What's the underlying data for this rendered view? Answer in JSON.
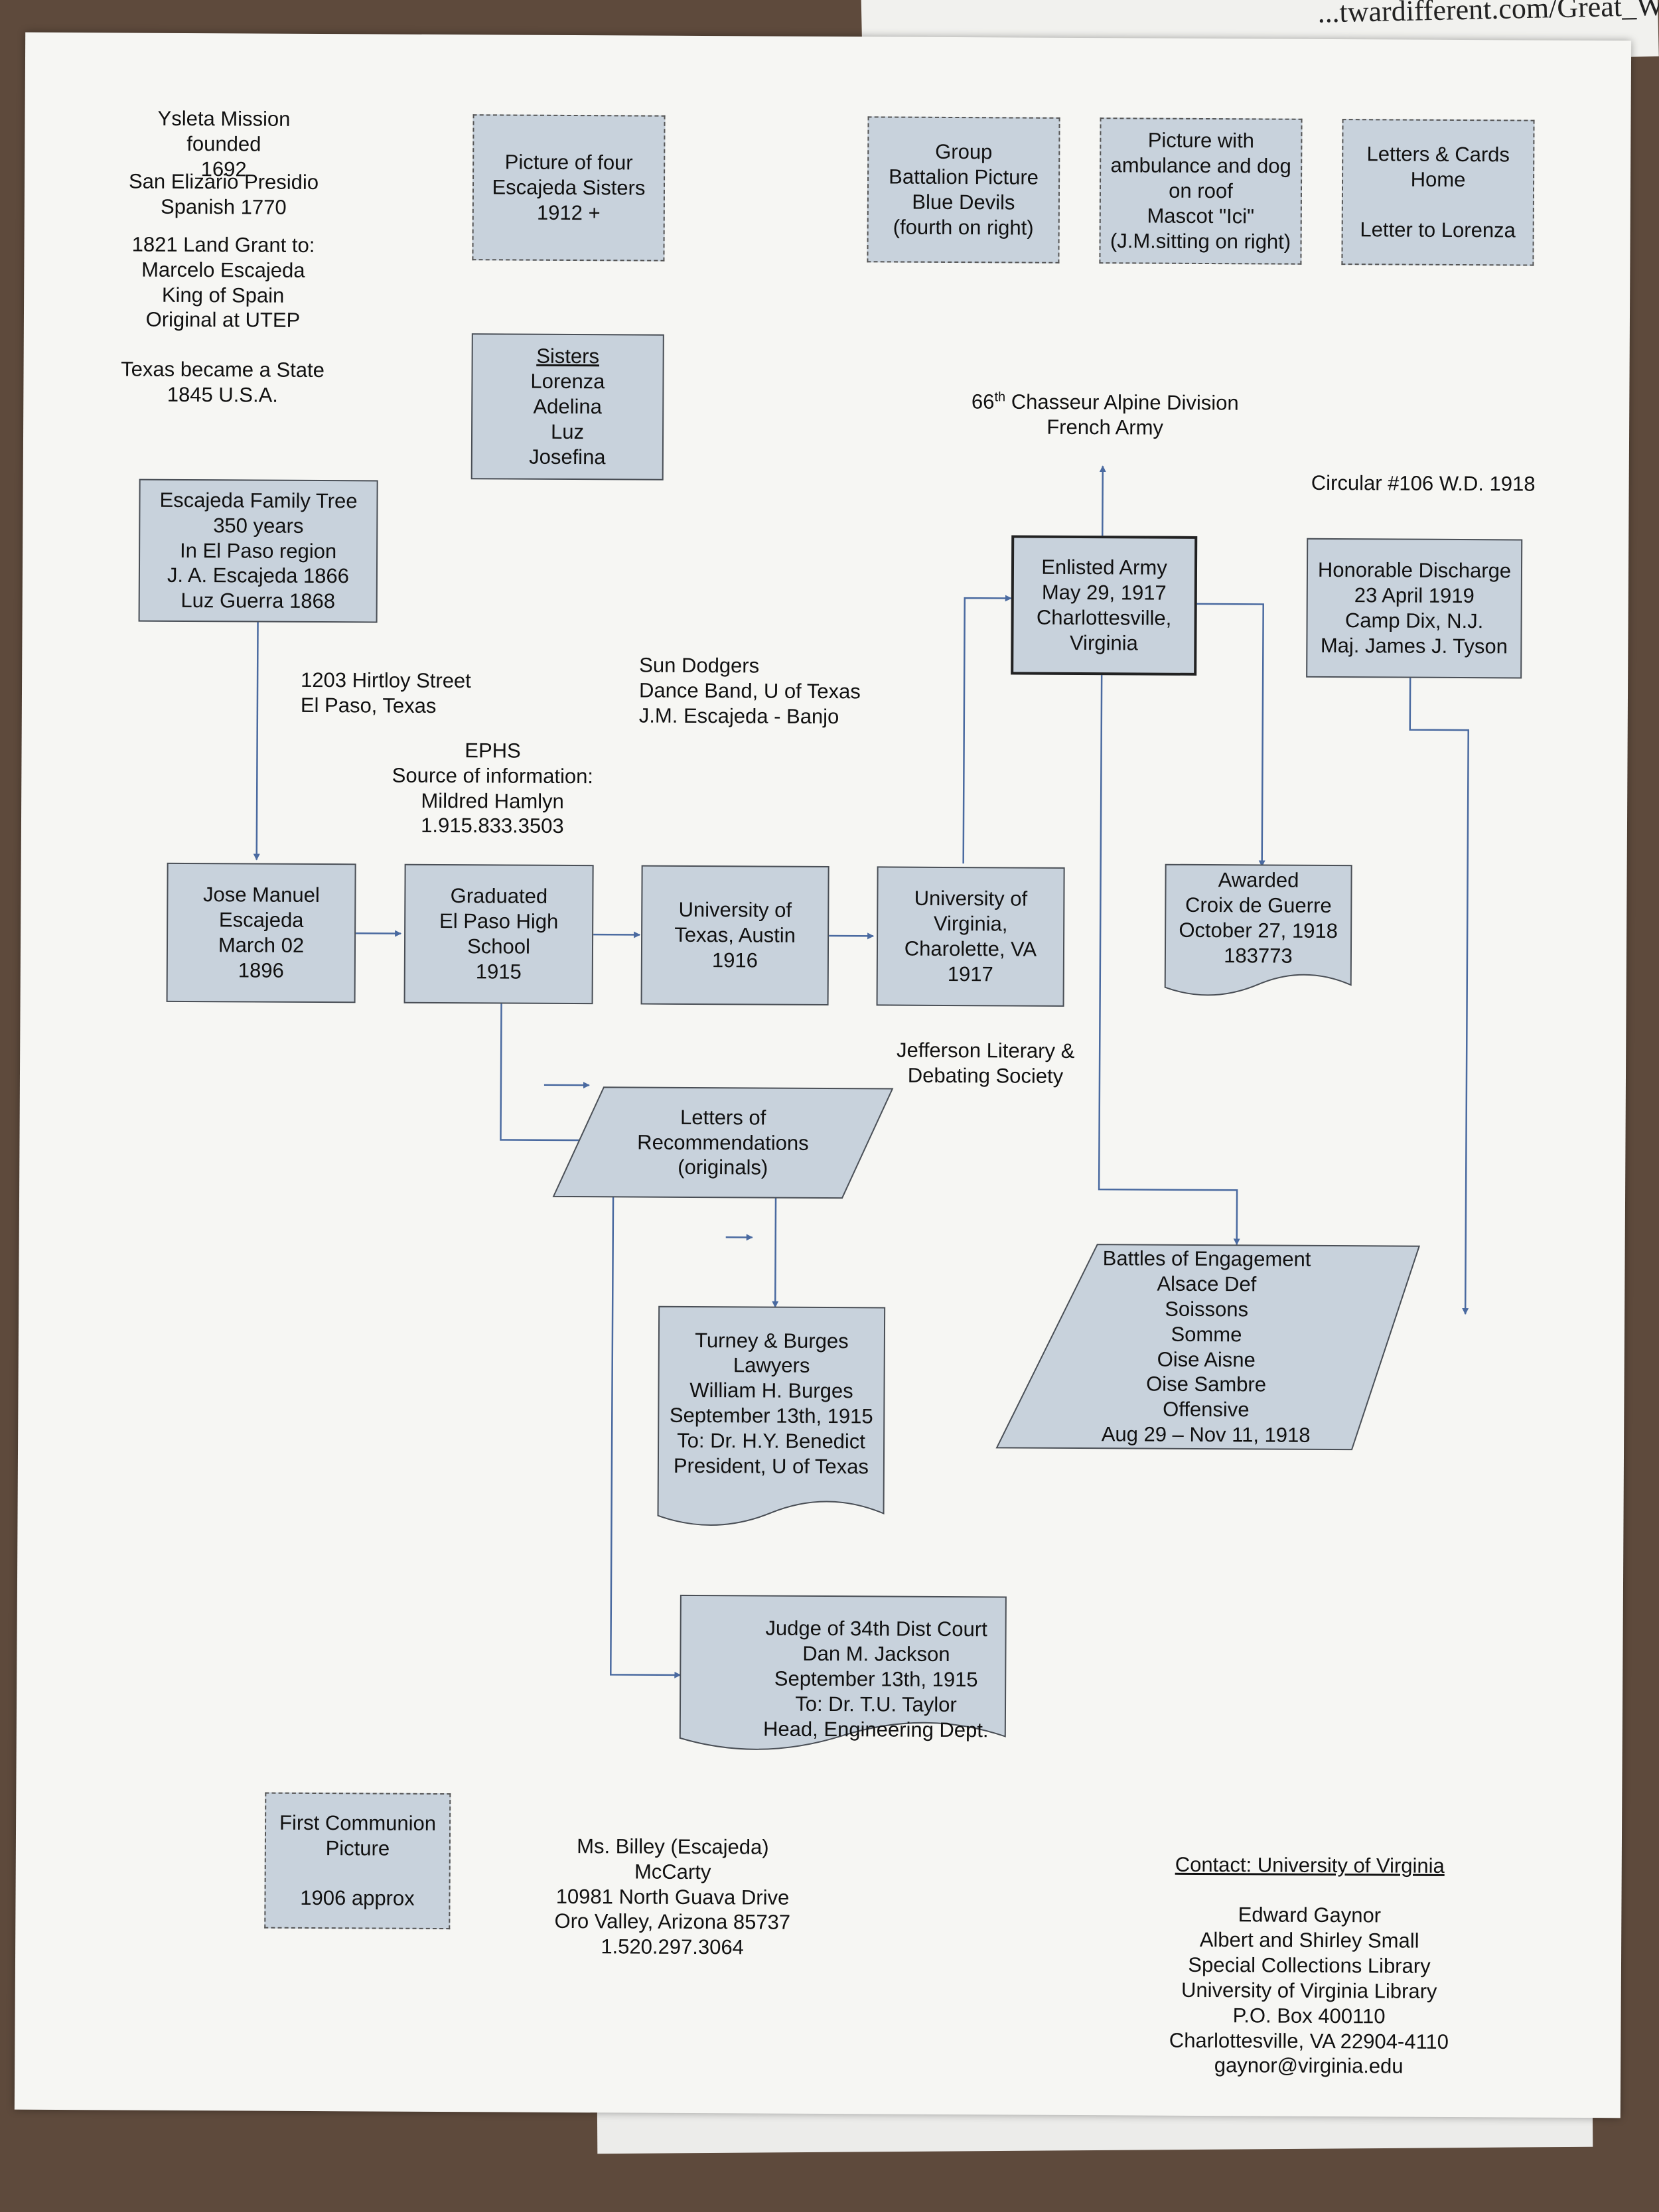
{
  "url_fragment": "...twardifferent.com/Great_War",
  "history_notes": [
    "Ysleta Mission founded\n1692",
    "San Elizario Presidio\nSpanish 1770",
    "1821 Land Grant to:\nMarcelo Escajeda\nKing of Spain\nOriginal at UTEP",
    "Texas became a State\n1845 U.S.A."
  ],
  "photo_boxes": {
    "four_sisters": "Picture of four\nEscajeda Sisters\n1912 +",
    "group_battalion": "Group\nBattalion Picture\nBlue Devils\n(fourth on right)",
    "ambulance": "Picture with\nambulance and dog\non roof\nMascot \"Ici\"\n(J.M.sitting on right)",
    "letters_cards": "Letters & Cards\nHome\n\nLetter to Lorenza",
    "first_communion": "First Communion\nPicture\n\n1906 approx"
  },
  "sisters": {
    "heading": "Sisters",
    "names": "Lorenza\nAdelina\nLuz\nJosefina"
  },
  "family_tree": "Escajeda Family Tree\n350 years\nIn El Paso region\nJ. A. Escajeda 1866\nLuz Guerra 1868",
  "address": "1203 Hirtloy Street\nEl Paso, Texas",
  "sun_dodgers": "Sun Dodgers\nDance Band, U of Texas\nJ.M. Escajeda - Banjo",
  "ephs": "EPHS\nSource of information:\nMildred Hamlyn\n1.915.833.3503",
  "timeline": {
    "jose": "Jose Manuel\nEscajeda\nMarch 02\n1896",
    "graduated": "Graduated\nEl Paso High\nSchool\n1915",
    "ut_austin": "University of\nTexas, Austin\n1916",
    "uva": "University of\nVirginia,\nCharolette, VA\n1917"
  },
  "jefferson": "Jefferson Literary &\nDebating Society",
  "chasseur": {
    "superscript_prefix": "66",
    "sup": "th",
    "rest": " Chasseur Alpine Division\nFrench Army"
  },
  "circular": "Circular #106 W.D. 1918",
  "enlisted": "Enlisted Army\nMay 29, 1917\nCharlottesville,\nVirginia",
  "discharge": "Honorable Discharge\n23 April 1919\nCamp Dix, N.J.\nMaj. James J. Tyson",
  "croix": "Awarded\nCroix de Guerre\nOctober 27, 1918\n183773",
  "letters_rec": "Letters of\nRecommendations\n(originals)",
  "battles": "Battles of Engagement\nAlsace Def\nSoissons\nSomme\nOise Aisne\nOise Sambre\nOffensive\nAug 29 – Nov 11, 1918",
  "turney": "Turney & Burges\nLawyers\nWilliam H. Burges\nSeptember 13th, 1915\nTo: Dr. H.Y. Benedict\nPresident, U of Texas",
  "judge": "Judge of 34th Dist Court\nDan M. Jackson\nSeptember 13th, 1915\nTo: Dr. T.U. Taylor\nHead, Engineering Dept.",
  "mccarty": "Ms. Billey (Escajeda)\nMcCarty\n10981 North Guava Drive\nOro Valley, Arizona 85737\n1.520.297.3064",
  "contact": {
    "heading": "Contact: University of Virginia",
    "body": "Edward Gaynor\nAlbert and Shirley Small\nSpecial Collections Library\nUniversity of Virginia Library\nP.O. Box 400110\nCharlottesville, VA 22904-4110\ngaynor@virginia.edu"
  },
  "colors": {
    "box_fill": "#c8d2dc",
    "arrow": "#4a6aa0",
    "paper": "#f6f6f3"
  }
}
